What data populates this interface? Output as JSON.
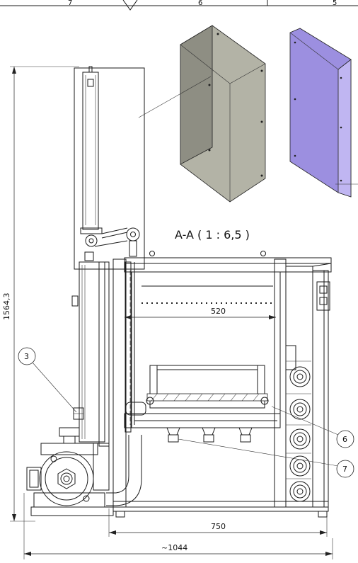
{
  "zones": [
    {
      "label": "7"
    },
    {
      "label": "6"
    },
    {
      "label": "5"
    }
  ],
  "section_label": "A-A ( 1 : 6,5 )",
  "dimensions": {
    "height": "1564,3",
    "inner_width": "520",
    "base_width": "750",
    "overall_width": "~1044"
  },
  "balloons": [
    {
      "label": "3"
    },
    {
      "label": "6"
    },
    {
      "label": "7"
    }
  ],
  "colors": {
    "housing_panel": "#b3b3a6",
    "housing_panel_dark": "#8e8e83",
    "side_panel": "#9c8fe0",
    "side_panel_light": "#c0b6f2"
  }
}
